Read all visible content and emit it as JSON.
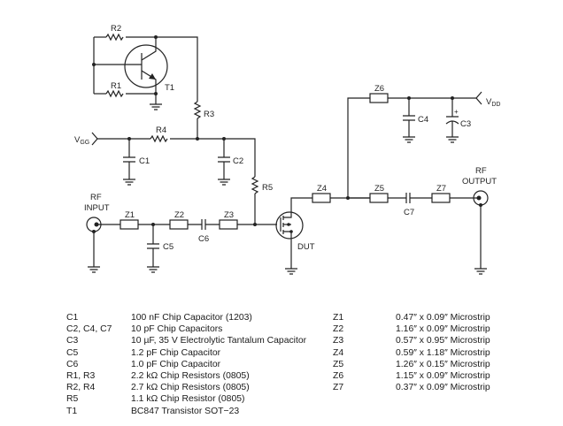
{
  "schematic": {
    "labels": {
      "R1": "R1",
      "R2": "R2",
      "R3": "R3",
      "R4": "R4",
      "R5": "R5",
      "T1": "T1",
      "C1": "C1",
      "C2": "C2",
      "C3": "C3",
      "C4": "C4",
      "C5": "C5",
      "C6": "C6",
      "C7": "C7",
      "Z1": "Z1",
      "Z2": "Z2",
      "Z3": "Z3",
      "Z4": "Z4",
      "Z5": "Z5",
      "Z6": "Z6",
      "Z7": "Z7",
      "DUT": "DUT",
      "vgg_main": "V",
      "vgg_sub": "GG",
      "vdd_main": "V",
      "vdd_sub": "DD",
      "rf_input_line1": "RF",
      "rf_input_line2": "INPUT",
      "rf_output_line1": "RF",
      "rf_output_line2": "OUTPUT",
      "c3_polarity": "+"
    }
  },
  "parts_list": {
    "left": [
      {
        "ref": "C1",
        "desc": "100 nF Chip Capacitor (1203)"
      },
      {
        "ref": "C2, C4, C7",
        "desc": "10 pF Chip Capacitors"
      },
      {
        "ref": "C3",
        "desc": "10 µF, 35 V Electrolytic Tantalum Capacitor"
      },
      {
        "ref": "C5",
        "desc": "1.2 pF Chip Capacitor"
      },
      {
        "ref": "C6",
        "desc": "1.0 pF Chip Capacitor"
      },
      {
        "ref": "R1, R3",
        "desc": "2.2 kΩ Chip Resistors (0805)"
      },
      {
        "ref": "R2, R4",
        "desc": "2.7 kΩ Chip Resistors (0805)"
      },
      {
        "ref": "R5",
        "desc": "1.1 kΩ Chip Resistor (0805)"
      },
      {
        "ref": "T1",
        "desc": "BC847 Transistor SOT−23"
      }
    ],
    "right": [
      {
        "ref": "Z1",
        "desc": "0.47″ x 0.09″ Microstrip"
      },
      {
        "ref": "Z2",
        "desc": "1.16″ x 0.09″ Microstrip"
      },
      {
        "ref": "Z3",
        "desc": "0.57″ x 0.95″ Microstrip"
      },
      {
        "ref": "Z4",
        "desc": "0.59″ x 1.18″ Microstrip"
      },
      {
        "ref": "Z5",
        "desc": "1.26″ x 0.15″ Microstrip"
      },
      {
        "ref": "Z6",
        "desc": "1.15″ x 0.09″ Microstrip"
      },
      {
        "ref": "Z7",
        "desc": "0.37″ x 0.09″ Microstrip"
      }
    ]
  }
}
